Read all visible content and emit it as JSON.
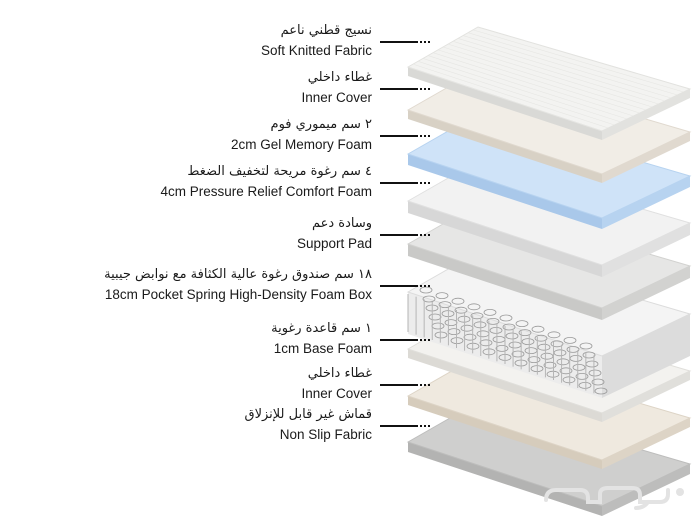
{
  "layers": [
    {
      "ar": "نسيج قطني ناعم",
      "en": "Soft Knitted Fabric",
      "fill": "#f3f3f1",
      "stroke": "#e2e2df",
      "side": "#d9d9d6"
    },
    {
      "ar": "غطاء داخلي",
      "en": "Inner Cover",
      "fill": "#f1ede6",
      "stroke": "#e0d9cf",
      "side": "#d8d1c5"
    },
    {
      "ar": "٢ سم ميموري فوم",
      "en": "2cm Gel Memory Foam",
      "fill": "#cfe3f8",
      "stroke": "#b7d3f0",
      "side": "#a9c8ea"
    },
    {
      "ar": "٤ سم رغوة مريحة لتخفيف الضغط",
      "en": "4cm Pressure Relief Comfort Foam",
      "fill": "#f2f2f2",
      "stroke": "#e0e0e0",
      "side": "#d7d7d7"
    },
    {
      "ar": "وسادة دعم",
      "en": "Support Pad",
      "fill": "#e6e6e5",
      "stroke": "#d2d2d0",
      "side": "#c9c9c7"
    },
    {
      "ar": "١٨ سم صندوق رغوة عالية الكثافة مع نوابض جيبية",
      "en": "18cm Pocket Spring High-Density Foam Box",
      "fill": "#f4f4f4",
      "stroke": "#dcdcdc",
      "side": "#ececec"
    },
    {
      "ar": "١ سم قاعدة رغوية",
      "en": "1cm Base Foam",
      "fill": "#f3f2ef",
      "stroke": "#e0dfdb",
      "side": "#dcdad5"
    },
    {
      "ar": "غطاء داخلي",
      "en": "Inner Cover",
      "fill": "#efe9df",
      "stroke": "#ddd4c6",
      "side": "#d6ccbc"
    },
    {
      "ar": "قماش غير قابل للإنزلاق",
      "en": "Non Slip Fabric",
      "fill": "#cfcfce",
      "stroke": "#bdbdbc",
      "side": "#b3b3b2"
    }
  ],
  "watermark": {
    "text": "حراج",
    "color": "#e5e5e5"
  }
}
